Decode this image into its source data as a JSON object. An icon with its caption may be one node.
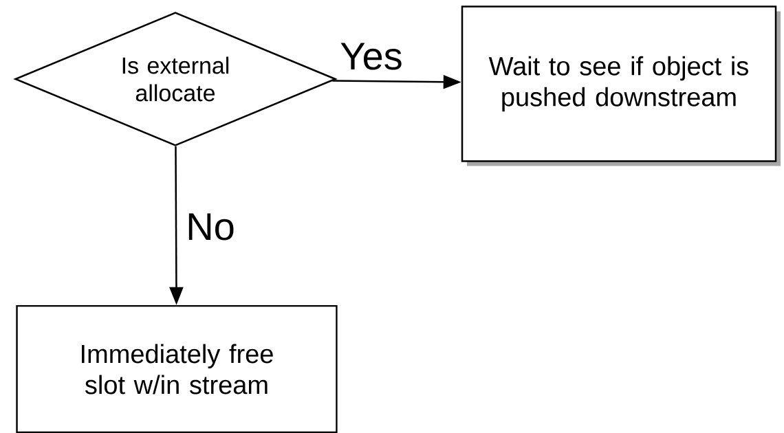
{
  "diagram": {
    "nodes": [
      {
        "text": [
          "Is external allocate"
        ]
      },
      {
        "text": [
          "Wait to see if object is pushed downstream"
        ]
      },
      {
        "text": [
          "Immediately free slot w/in stream"
        ]
      }
    ],
    "edges": [
      {
        "from": 0,
        "to": 1,
        "arrow": "to",
        "label": "Yes"
      },
      {
        "from": 0,
        "to": 2,
        "arrow": "to",
        "label": "No"
      }
    ]
  }
}
